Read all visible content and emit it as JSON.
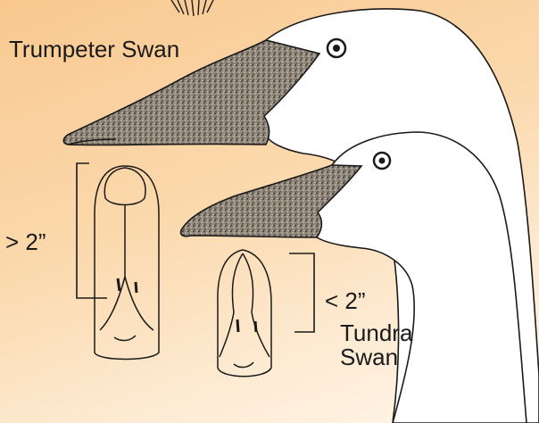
{
  "trumpeter": {
    "name": "Trumpeter Swan",
    "bill_measure": "> 2”"
  },
  "tundra": {
    "name_line1": "Tundra",
    "name_line2": "Swan",
    "bill_measure": "< 2”"
  },
  "colors": {
    "background_top": "#f9c890",
    "background_bottom": "#fff6ea",
    "ink": "#1a1a1a",
    "bill": "#9a8f80",
    "head": "#ffffff"
  }
}
